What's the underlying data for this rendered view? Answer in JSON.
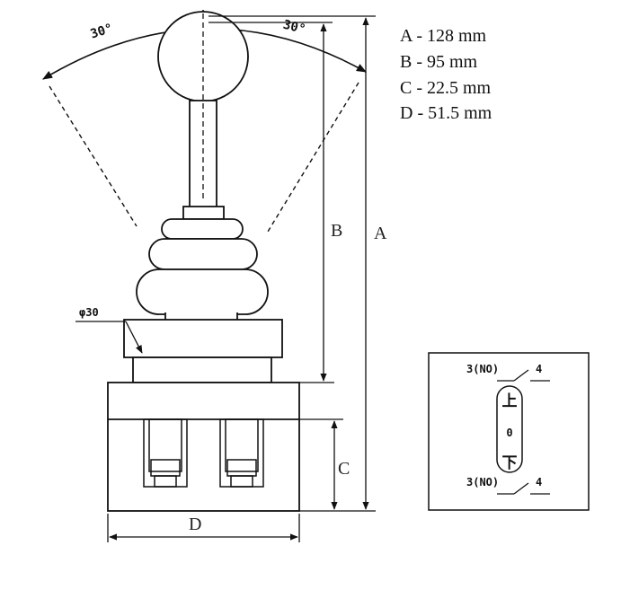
{
  "legend": [
    {
      "letter": "A",
      "text": "A - 128 mm"
    },
    {
      "letter": "B",
      "text": "B - 95 mm"
    },
    {
      "letter": "C",
      "text": "C - 22.5 mm"
    },
    {
      "letter": "D",
      "text": "D - 51.5 mm"
    }
  ],
  "dimensions": {
    "a_label": "A",
    "b_label": "B",
    "c_label": "C",
    "d_label": "D"
  },
  "angles": {
    "left": "30°",
    "right": "30°"
  },
  "diameter_label": "φ30",
  "contact_diagram": {
    "top_left": "3(NO)",
    "top_right": "4",
    "bottom_left": "3(NO)",
    "bottom_right": "4",
    "position_up": "上",
    "position_center": "0",
    "position_down": "下"
  }
}
